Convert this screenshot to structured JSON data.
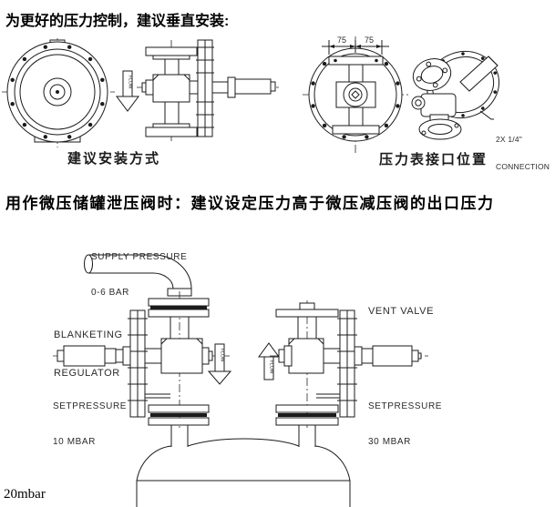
{
  "colors": {
    "ink": "#1b1b1b",
    "background": "#ffffff"
  },
  "headings": {
    "top": "为更好的压力控制，建议垂直安装:",
    "middle": "用作微压储罐泄压阀时：建议设定压力高于微压减压阀的出口压力",
    "footer_note": "20mbar"
  },
  "install_diagram": {
    "caption": "建议安装方式",
    "flow_label": "FLOW"
  },
  "gauge_diagram": {
    "caption": "压力表接口位置",
    "dim_left": "75",
    "dim_right": "75",
    "callout_line1": "2X 1/4\"",
    "callout_line2": "CONNECTION"
  },
  "piping_diagram": {
    "supply_line1": "SUPPLY PRESSURE",
    "supply_line2": "0-6 BAR",
    "left_label_line1": "BLANKETING",
    "left_label_line2": "REGULATOR",
    "right_label": "VENT VALVE",
    "left_set_line1": "SETPRESSURE",
    "left_set_line2": "10 MBAR",
    "right_set_line1": "SETPRESSURE",
    "right_set_line2": "30 MBAR",
    "flow_down_label": "FLOW",
    "flow_up_label": "FLOW"
  }
}
